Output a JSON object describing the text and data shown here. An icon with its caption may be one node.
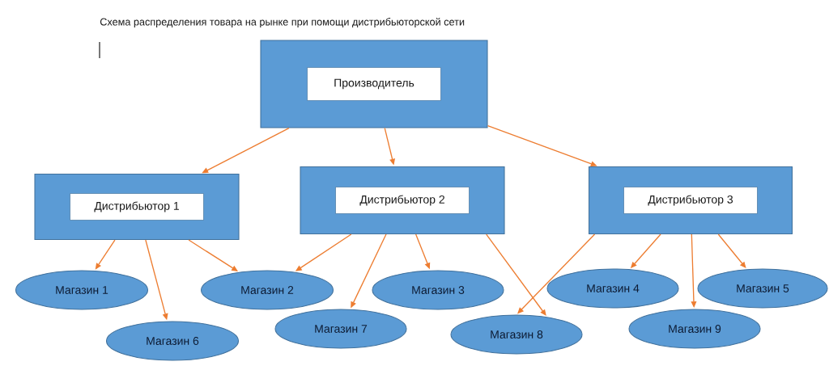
{
  "diagram": {
    "title": "Схема распределения товара на рынке при помощи дистрибьюторской сети",
    "nodes": [
      {
        "text": [
          "Производитель"
        ]
      },
      {
        "text": [
          "Дистрибьютор 1"
        ]
      },
      {
        "text": [
          "Дистрибьютор 2"
        ]
      },
      {
        "text": [
          "Дистрибьютор 3"
        ]
      },
      {
        "text": [
          "Магазин 1"
        ]
      },
      {
        "text": [
          "Магазин 2"
        ]
      },
      {
        "text": [
          "Магазин 3"
        ]
      },
      {
        "text": [
          "Магазин 4"
        ]
      },
      {
        "text": [
          "Магазин 5"
        ]
      },
      {
        "text": [
          "Магазин 6"
        ]
      },
      {
        "text": [
          "Магазин 7"
        ]
      },
      {
        "text": [
          "Магазин 8"
        ]
      },
      {
        "text": [
          "Магазин 9"
        ]
      }
    ],
    "edges": [
      {
        "from": 0,
        "to": 1,
        "arrow": "to"
      },
      {
        "from": 0,
        "to": 2,
        "arrow": "to"
      },
      {
        "from": 0,
        "to": 3,
        "arrow": "to"
      },
      {
        "from": 1,
        "to": 4,
        "arrow": "to"
      },
      {
        "from": 1,
        "to": 9,
        "arrow": "to"
      },
      {
        "from": 1,
        "to": 5,
        "arrow": "to"
      },
      {
        "from": 2,
        "to": 5,
        "arrow": "to"
      },
      {
        "from": 2,
        "to": 10,
        "arrow": "to"
      },
      {
        "from": 2,
        "to": 6,
        "arrow": "to"
      },
      {
        "from": 2,
        "to": 11,
        "arrow": "to"
      },
      {
        "from": 3,
        "to": 11,
        "arrow": "to"
      },
      {
        "from": 3,
        "to": 7,
        "arrow": "to"
      },
      {
        "from": 3,
        "to": 12,
        "arrow": "to"
      },
      {
        "from": 3,
        "to": 8,
        "arrow": "to"
      }
    ]
  }
}
